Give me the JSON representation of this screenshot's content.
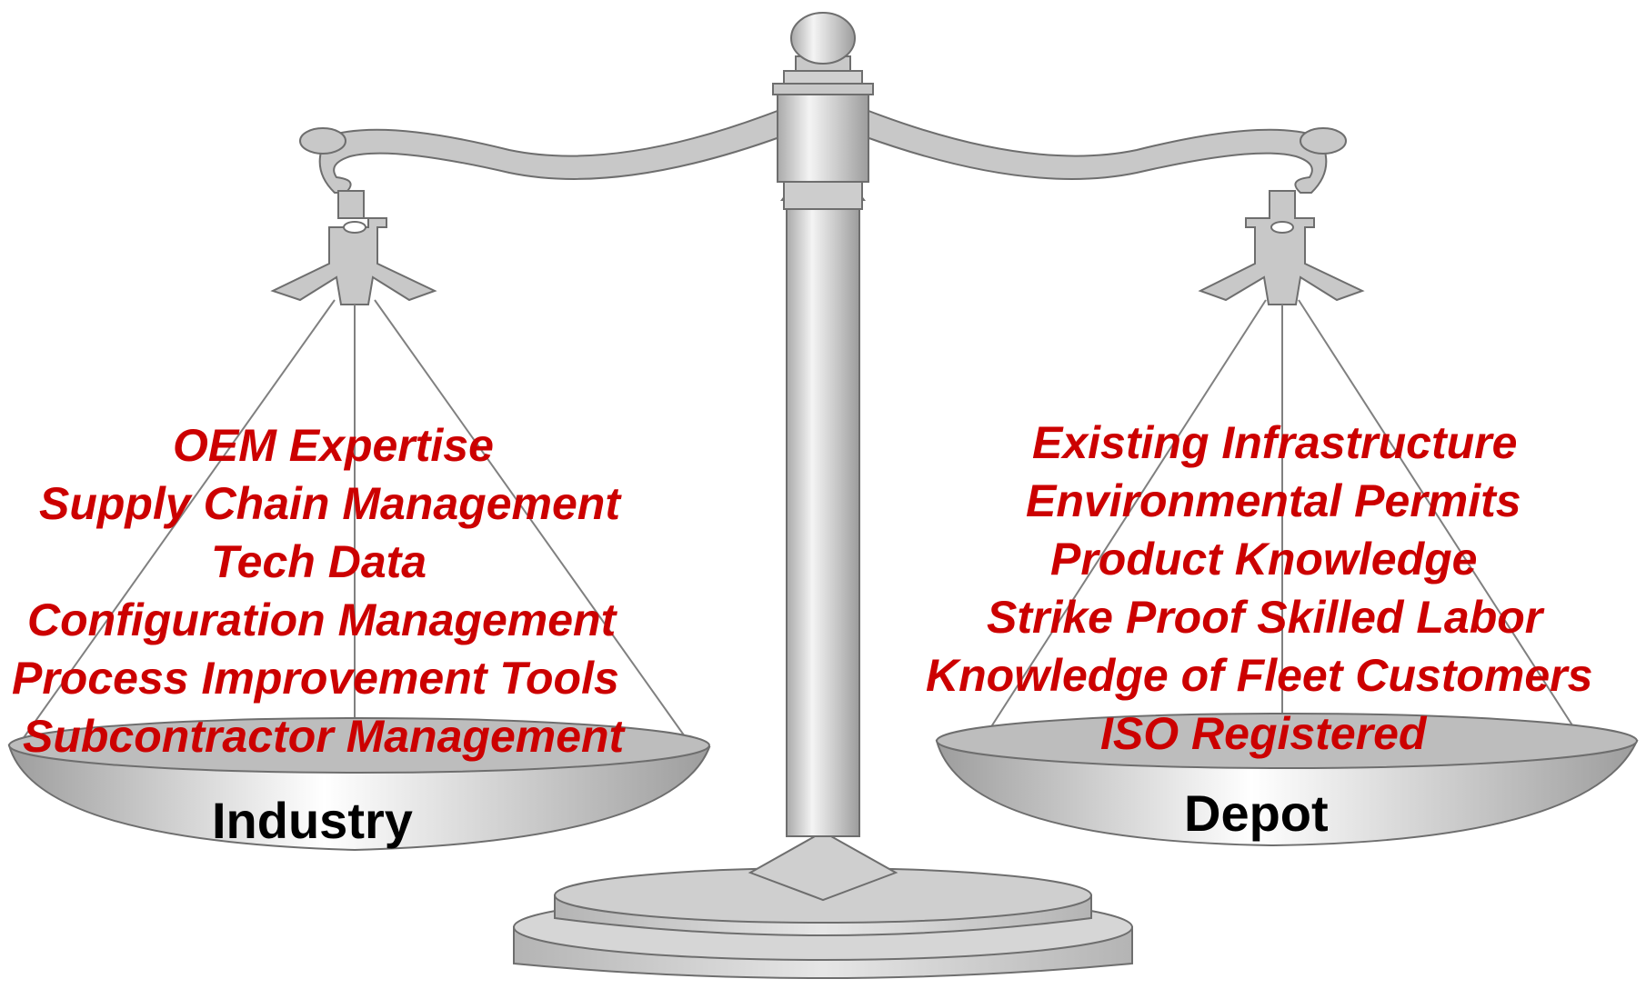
{
  "left_pan": {
    "label": "Industry",
    "items": [
      "OEM Expertise",
      "Supply Chain Management",
      "Tech Data",
      "Configuration Management",
      "Process Improvement Tools",
      "Subcontractor Management"
    ]
  },
  "right_pan": {
    "label": "Depot",
    "items": [
      "Existing Infrastructure",
      "Environmental Permits",
      "Product Knowledge",
      "Strike Proof Skilled Labor",
      "Knowledge of Fleet Customers",
      "ISO Registered"
    ]
  },
  "colors": {
    "item_text": "#cc0000",
    "label_text": "#000000",
    "metal": "#c8c8c8",
    "outline": "#6e6e6e"
  }
}
